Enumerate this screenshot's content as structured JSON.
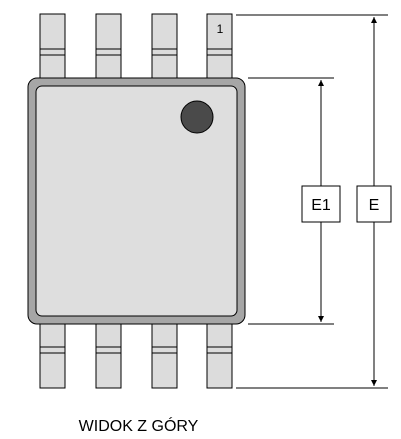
{
  "diagram": {
    "pin1_label": "1",
    "dimension_inner_label": "E1",
    "dimension_outer_label": "E",
    "caption": "WIDOK Z GÓRY"
  },
  "colors": {
    "body_outer": "#a6a6a6",
    "body_inner": "#dedede",
    "pin_fill": "#dcdcdc",
    "dot": "#4a4a4a",
    "line": "#000000"
  }
}
